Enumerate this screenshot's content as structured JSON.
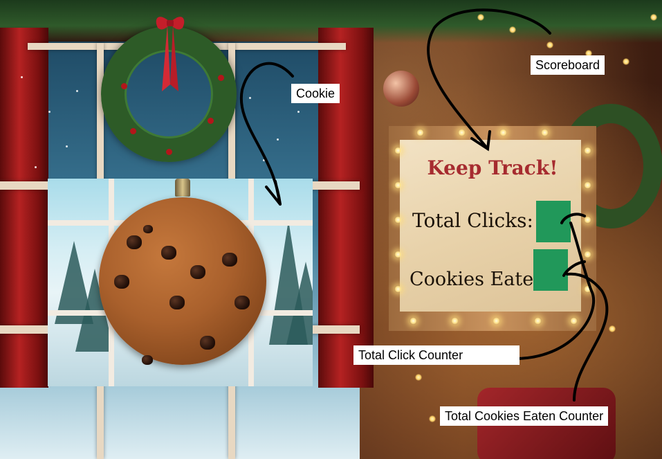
{
  "callouts": {
    "cookie": "Cookie",
    "scoreboard": "Scoreboard",
    "total_click_counter": "Total Click Counter",
    "total_cookies_eaten_counter": "Total Cookies Eaten Counter"
  },
  "scoreboard": {
    "title": "Keep Track!",
    "total_clicks_label": "Total Clicks:",
    "cookies_eaten_label": "Cookies Eaten:"
  },
  "colors": {
    "counter_fill": "#21985a",
    "title_red": "#a62b2f",
    "callout_bg": "#ffffff"
  },
  "icons": [
    "cookie-ornament",
    "wreath",
    "christmas-lights",
    "ornament-ball"
  ]
}
